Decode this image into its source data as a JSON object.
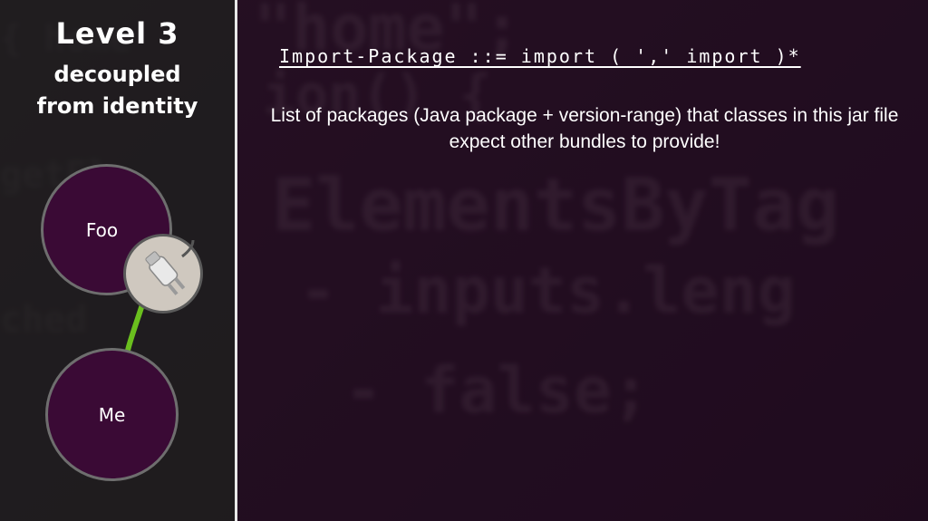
{
  "sidebar": {
    "level_title": "Level 3",
    "level_subtitle": "decoupled from identity",
    "bubble_top_label": "Foo",
    "bubble_bottom_label": "Me"
  },
  "main": {
    "grammar_rule": "Import-Package ::= import ( ',' import )*",
    "description": "List of packages (Java package + version-range) that classes in this jar file expect other bundles to provide!"
  },
  "colors": {
    "bubble_fill": "#3a0a35",
    "arrow_green": "#6abf1e",
    "divider": "#e8e8e8"
  },
  "icons": [
    "plug-icon",
    "green-arrow-icon"
  ]
}
